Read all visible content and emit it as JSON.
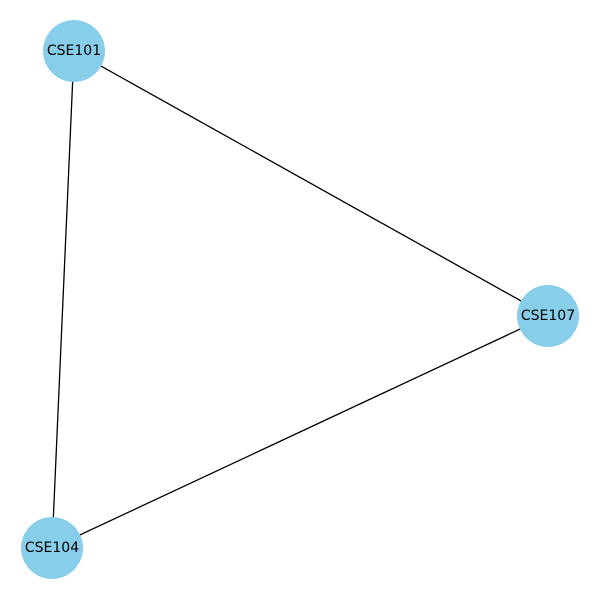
{
  "graph": {
    "node_color": "#87ceeb",
    "edge_color": "#000000",
    "nodes": [
      {
        "id": "CSE101",
        "label": "CSE101"
      },
      {
        "id": "CSE107",
        "label": "CSE107"
      },
      {
        "id": "CSE104",
        "label": "CSE104"
      }
    ],
    "edges": [
      {
        "from": "CSE101",
        "to": "CSE107"
      },
      {
        "from": "CSE101",
        "to": "CSE104"
      },
      {
        "from": "CSE104",
        "to": "CSE107"
      }
    ]
  }
}
